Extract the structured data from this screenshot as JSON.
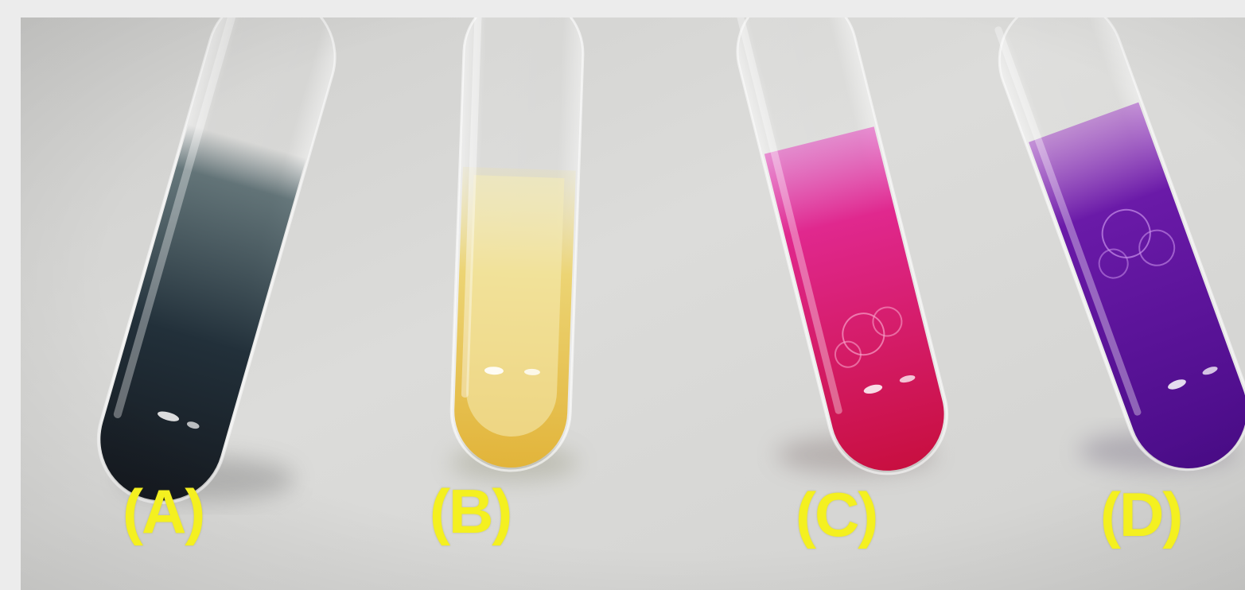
{
  "labels": {
    "a": "(A)",
    "b": "(B)",
    "c": "(C)",
    "d": "(D)"
  },
  "colors": {
    "background_frame": "#ececec",
    "backdrop": "#d6d6d4",
    "tube_a_liquid": "#1c2228",
    "tube_b_liquid": "#e8c24a",
    "tube_c_liquid": "#d6154e",
    "tube_d_liquid": "#5a1296",
    "label_text": "#f4f020"
  }
}
